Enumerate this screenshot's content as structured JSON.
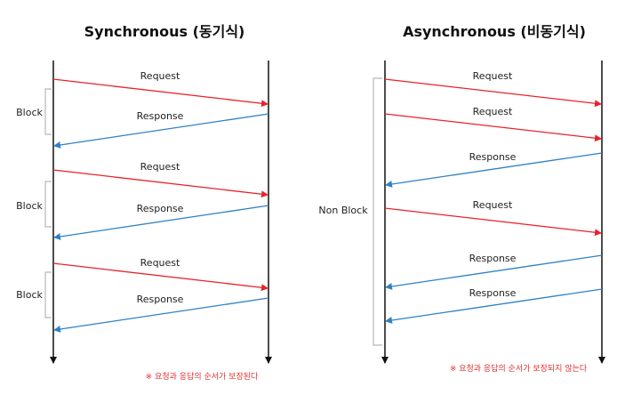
{
  "colors": {
    "request": "#e8232b",
    "response": "#2f80c4",
    "lifeline": "#111111",
    "note": "#e03030",
    "bracket": "#b8b8b8"
  },
  "left": {
    "title": "Synchronous (동기식)",
    "block_label": "Block",
    "messages": [
      {
        "label": "Request",
        "kind": "request"
      },
      {
        "label": "Response",
        "kind": "response"
      },
      {
        "label": "Request",
        "kind": "request"
      },
      {
        "label": "Response",
        "kind": "response"
      },
      {
        "label": "Request",
        "kind": "request"
      },
      {
        "label": "Response",
        "kind": "response"
      }
    ],
    "note": "※ 요청과 응답의 순서가 보장된다"
  },
  "right": {
    "title": "Asynchronous (비동기식)",
    "block_label": "Non Block",
    "messages": [
      {
        "label": "Request",
        "kind": "request"
      },
      {
        "label": "Request",
        "kind": "request"
      },
      {
        "label": "Response",
        "kind": "response"
      },
      {
        "label": "Request",
        "kind": "request"
      },
      {
        "label": "Response",
        "kind": "response"
      },
      {
        "label": "Response",
        "kind": "response"
      }
    ],
    "note": "※ 요청과 응답의 순서가 보장되지 않는다"
  }
}
